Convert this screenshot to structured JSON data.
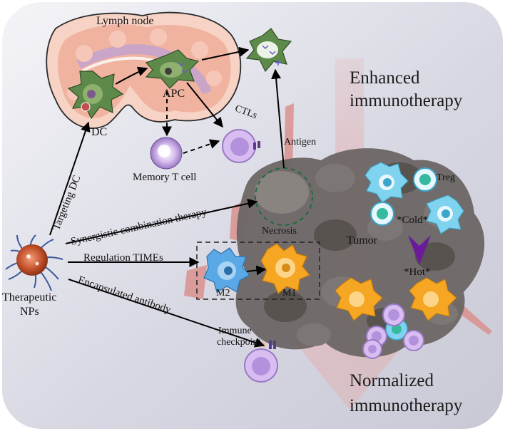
{
  "labels": {
    "lymph_node": "Lymph node",
    "dc": "DC",
    "apc": "APC",
    "memory_t_cell": "Memory T cell",
    "ctls": "CTLs",
    "antigen": "Antigen",
    "targeting_dc": "Targeting DC",
    "synergistic": "Synergistic combination therapy",
    "regulation": "Regulation TIMEs",
    "encapsulated": "Encapsulated antibody",
    "therapeutic_np_line1": "Therapeutic",
    "therapeutic_np_line2": "NPs",
    "necrosis": "Necrosis",
    "m2": "M2",
    "m1": "M1",
    "immune_line1": "Immune",
    "immune_line2": "checkpoint",
    "tumor": "Tumor",
    "treg": "Treg",
    "cold": "*Cold*",
    "hot": "*Hot*",
    "enhanced_line1": "Enhanced",
    "enhanced_line2": "immunotherapy",
    "normalized_line1": "Normalized",
    "normalized_line2": "immunotherapy"
  },
  "colors": {
    "background_panel": "#d9d9e4",
    "lymph_node_fill": "#f2b9a6",
    "apc_green": "#5d8a4a",
    "tumor_gray": "#6b6664",
    "treg_cyan": "#7fd3ee",
    "m2_blue": "#5aa9e6",
    "m1_orange": "#f5a623",
    "ctl_purple": "#c8a8e6",
    "arrow_pink": "#e8a9a6",
    "hot_arrow": "#6a1b9a"
  }
}
